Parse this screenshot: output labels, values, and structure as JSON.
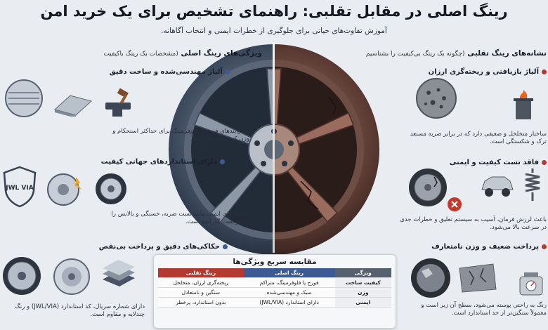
{
  "header": {
    "title": "رینگ اصلی در مقابل تقلبی: راهنمای تشخیص برای یک خرید امن",
    "subtitle": "آموزش تفاوت‌های حیاتی برای جلوگیری از خطرات ایمنی و انتخاب آگاهانه."
  },
  "left": {
    "heading": "ویژگی‌های رینگ اصلی",
    "heading_sub": "(مشخصات یک رینگ باکیفیت",
    "items": [
      {
        "title": "آلیاژ مهندسی‌شده و ساخت دقیق",
        "lines": [
          "با فرآیندهای فورج یا فلوفرمینگ برای حداکثر استحکام و",
          "وزن کم ساخته می‌شود."
        ]
      },
      {
        "title": "دارای استانداردهای جهانی کیفیت",
        "lines": [
          "آزمون‌های ایمنی مانند تست ضربه، خستگی و بالانس را",
          "با موفقیت گذرانده است."
        ]
      },
      {
        "title": "حکاکی‌های دقیق و پرداخت بی‌نقص",
        "lines": [
          "دارای شماره سریال، کد استاندارد (JWL/VIA) و رنگ",
          "چندلایه و مقاوم است."
        ]
      }
    ],
    "badge_text": "JWL VIA"
  },
  "right": {
    "heading": "نشانه‌های رینگ تقلبی",
    "heading_sub": "(چگونه یک رینگ بی‌کیفیت را بشناسیم",
    "items": [
      {
        "title": "آلیاژ بازیافتی و ریخته‌گری ارزان",
        "lines": [
          "ساختار متخلخل و ضعیفی دارد که در برابر ضربه مستعد",
          "ترک و شکستگی است."
        ]
      },
      {
        "title": "فاقد تست کیفیت و ایمنی",
        "lines": [
          "باعث لرزش فرمان، آسیب به سیستم تعلیق و خطرات جدی",
          "در سرعت بالا می‌شود."
        ]
      },
      {
        "title": "پرداخت ضعیف و وزن نامتعارف",
        "lines": [
          "رنگ به راحتی پوسته می‌شود، سطح آن زبر است و",
          "معمولاً سنگین‌تر از حد استاندارد است."
        ]
      }
    ]
  },
  "comparison": {
    "title": "مقایسه سریع ویژگی‌ها",
    "columns": [
      "ویژگی",
      "رینگ اصلی",
      "رینگ تقلبی"
    ],
    "rows": [
      [
        "کیفیت ساخت",
        "فورج یا فلوفرمینگ، متراکم",
        "ریخته‌گری ارزان، متخلخل"
      ],
      [
        "وزن",
        "سبک و مهندسی‌شده",
        "سنگین و نامتعادل"
      ],
      [
        "ایمنی",
        "دارای استاندارد (JWL/VIA)",
        "بدون استاندارد، پرخطر"
      ]
    ]
  },
  "colors": {
    "original": "#3c5a94",
    "fake": "#b23a30",
    "feature": "#56606e"
  }
}
